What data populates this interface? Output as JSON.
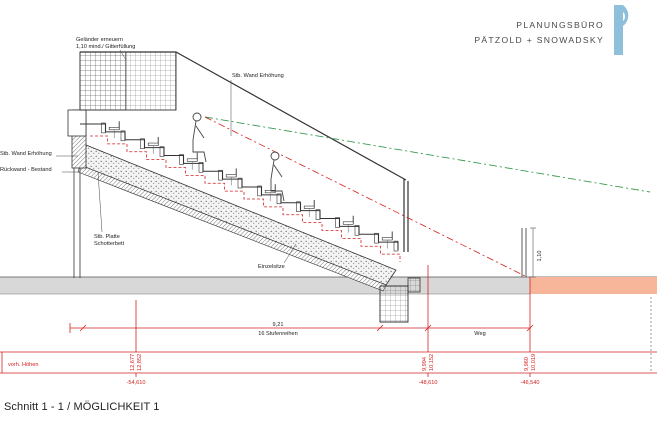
{
  "firm": {
    "line1": "PLANUNGSBÜRO",
    "line2": "PÄTZOLD + SNOWADSKY",
    "logo_icon": "p-logo-icon",
    "logo_color": "#8ec0db"
  },
  "labels": {
    "railing_line1": "Geländer erneuern",
    "railing_line2": "1,10 mind./ Gitterfüllung",
    "wall_raise_top": "Stb. Wand Erhöhung",
    "wall_raise_left": "Stb. Wand Erhöhung",
    "back_wall": "Rückwand - Bestand",
    "slab_line1": "Stb. Platte",
    "slab_line2": "Schotterbett",
    "single_seat": "Einzelsitze",
    "height_dim": "1,10"
  },
  "dimensions": {
    "length_total": "9,21",
    "rows": "16 Stufenreihen",
    "path": "Weg"
  },
  "heights": {
    "label": "vorh. Höhen",
    "left_1": "12,677",
    "left_2": "12,852",
    "mid_1": "9,994",
    "mid_2": "10,152",
    "right_1": "9,960",
    "right_2": "10,019"
  },
  "stations": {
    "left": "-54,610",
    "mid": "-48,610",
    "right": "-46,540"
  },
  "caption": "Schnitt 1 - 1  / MÖGLICHKEIT 1",
  "colors": {
    "red": "#d42020",
    "green_dash": "#3a9a50",
    "orange_fill": "#f7b59a",
    "ground_fill": "#d8d8d8"
  }
}
